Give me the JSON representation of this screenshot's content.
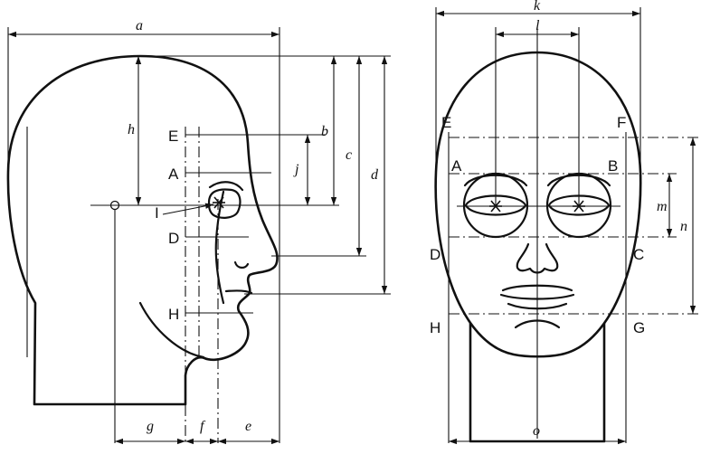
{
  "side_view": {
    "point_labels": {
      "E": "E",
      "A": "A",
      "I": "I",
      "D": "D",
      "H": "H"
    },
    "dimensions": {
      "a": "a",
      "b": "b",
      "c": "c",
      "d": "d",
      "h": "h",
      "j": "j",
      "g": "g",
      "f": "f",
      "e": "e"
    }
  },
  "front_view": {
    "point_labels": {
      "E": "E",
      "F": "F",
      "A": "A",
      "B": "B",
      "D": "D",
      "C": "C",
      "H": "H",
      "G": "G"
    },
    "dimensions": {
      "k": "k",
      "l": "l",
      "m": "m",
      "n": "n",
      "o": "o"
    }
  }
}
